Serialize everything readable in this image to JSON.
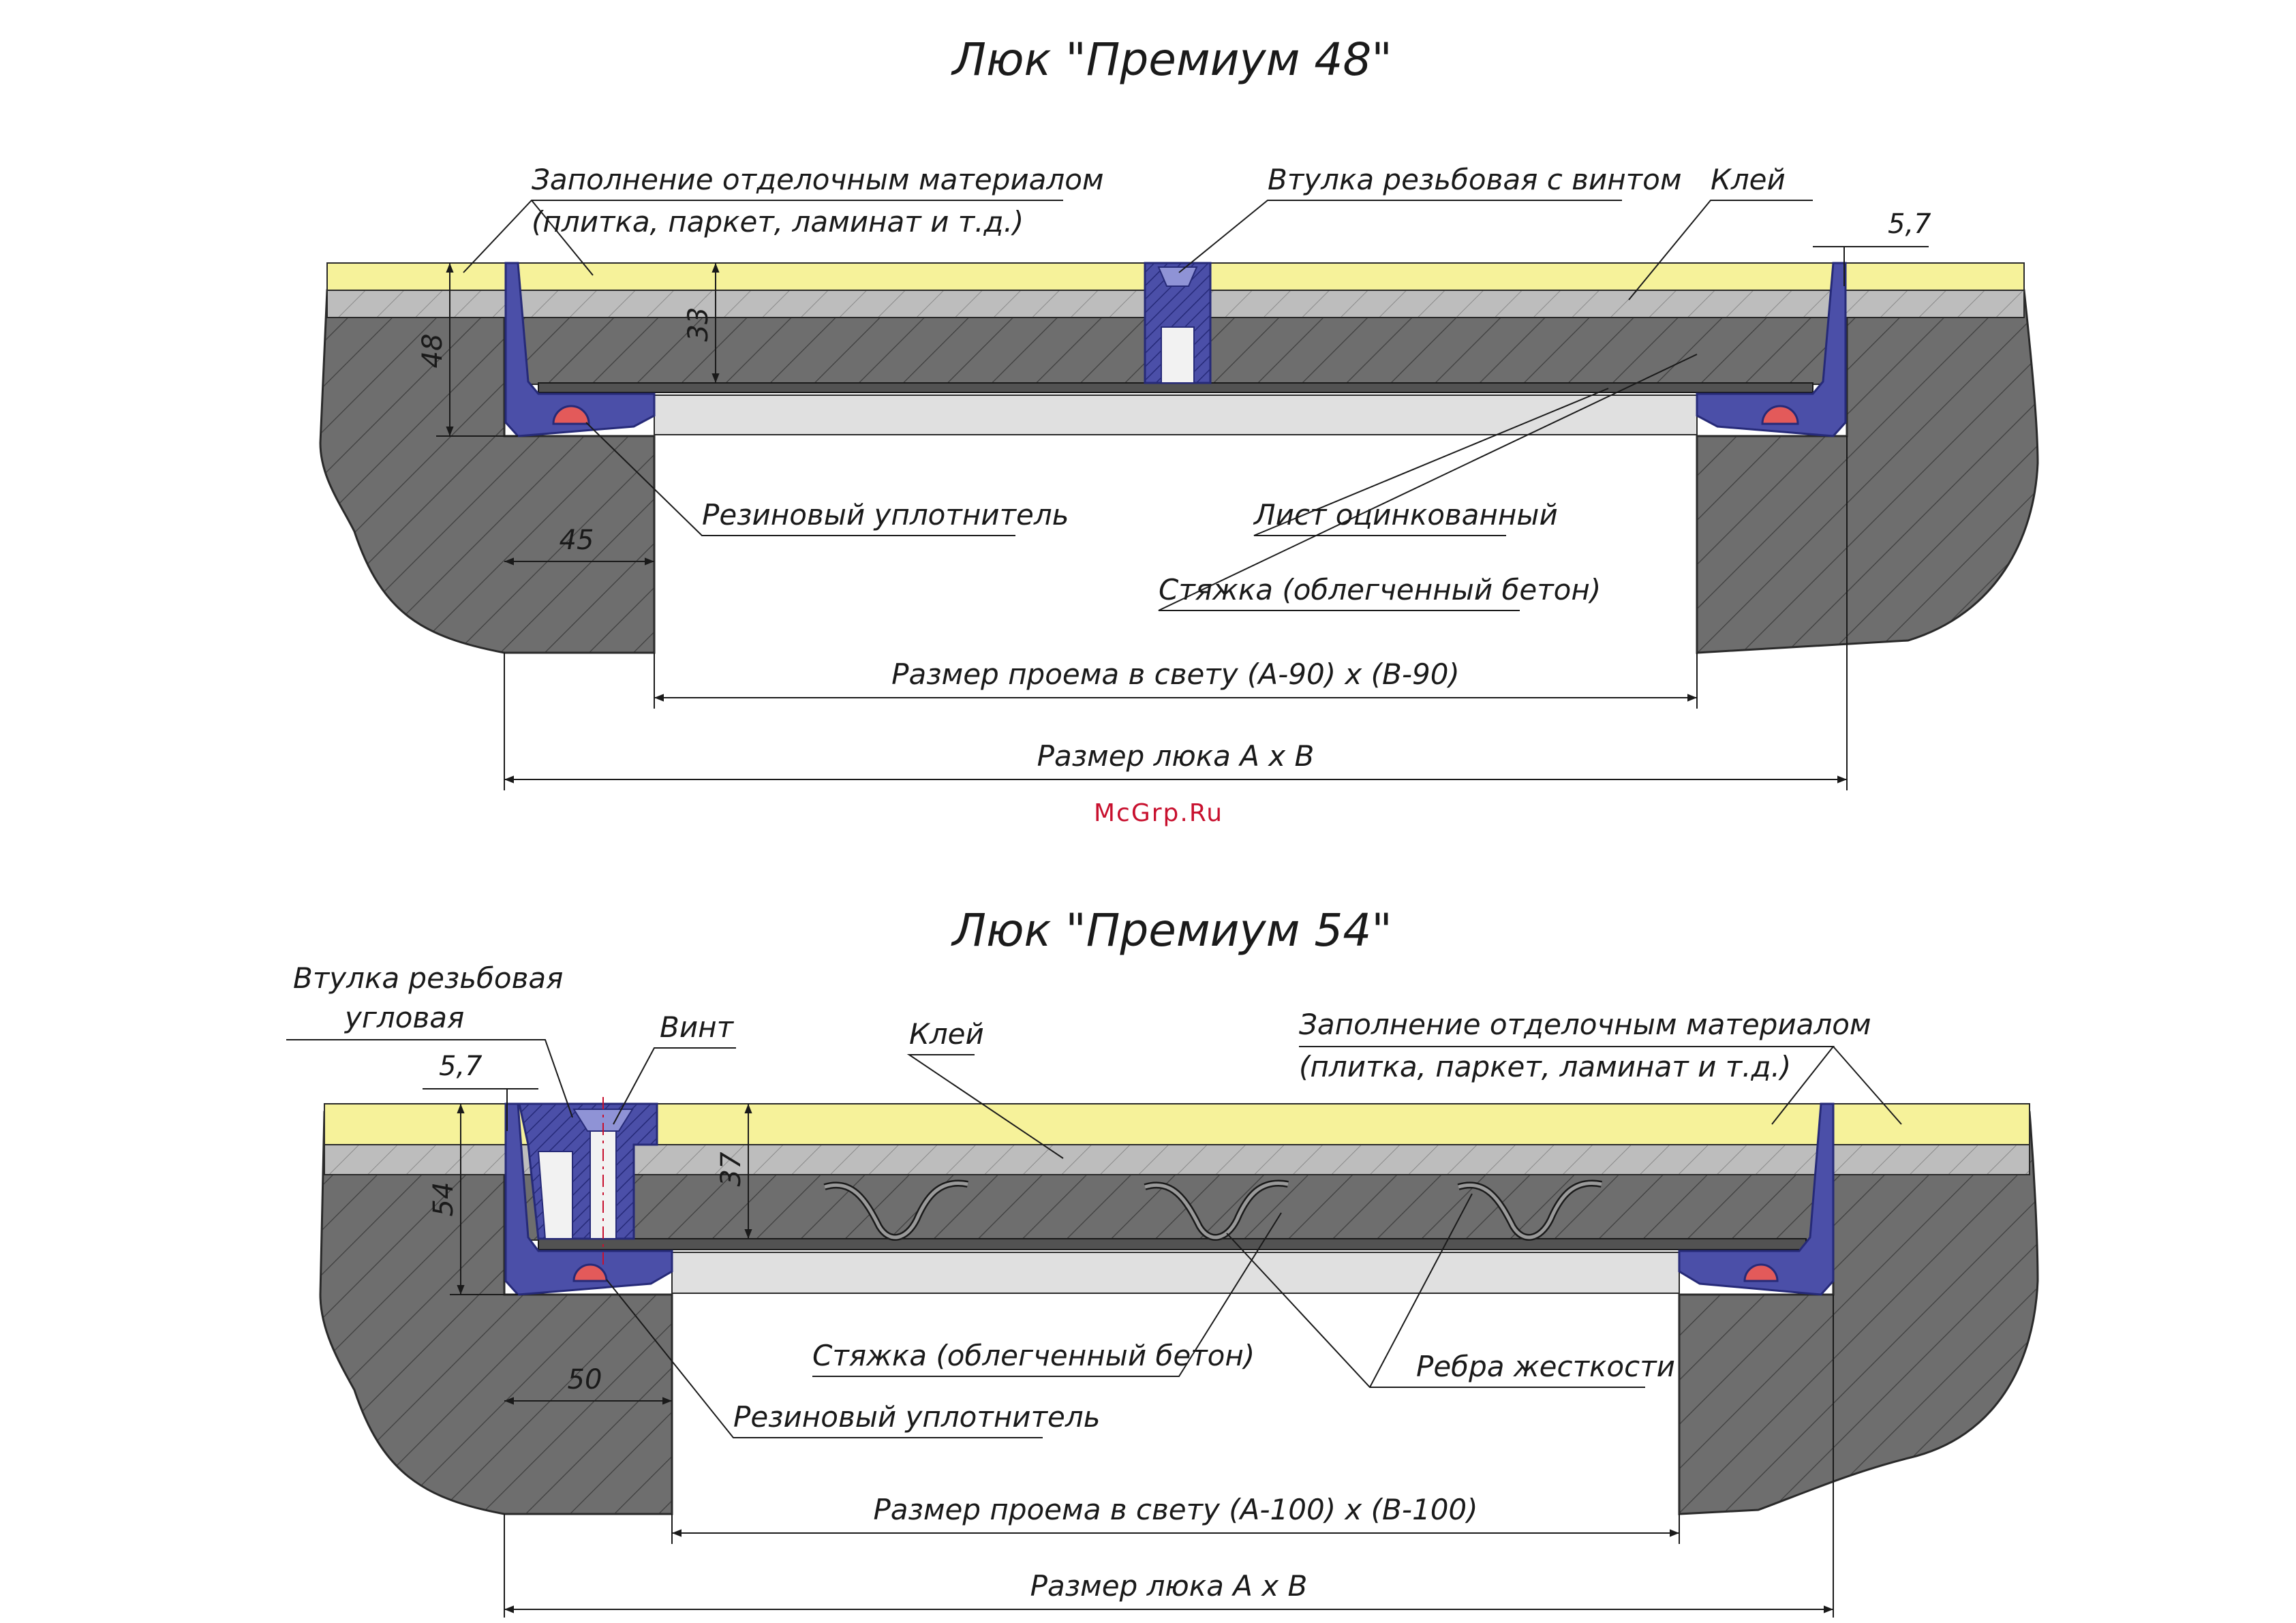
{
  "colors": {
    "finish": "#f6f29a",
    "glue": "#bdbdbd",
    "concrete": "#6e6e6e",
    "frame": "#4b4fa8",
    "frame_dark": "#262a78",
    "seal": "#e35a5a",
    "sheet": "#525252",
    "opening": "#e0e0e0",
    "watermark": "#c8102e"
  },
  "watermark": "McGrp.Ru",
  "p48": {
    "title": "Люк \"Премиум 48\"",
    "labels": {
      "fill_1": "Заполнение отделочным материалом",
      "fill_2": "(плитка, паркет, ламинат и т.д.)",
      "bushing": "Втулка резьбовая с винтом",
      "glue": "Клей",
      "seal": "Резиновый уплотнитель",
      "sheet": "Лист оцинкованный",
      "screed": "Стяжка (облегченный бетон)",
      "opening": "Размер проема в свету (А-90) х (В-90)",
      "hatch": "Размер люка А х В"
    },
    "dims": {
      "height": "48",
      "depth": "33",
      "edge": "5,7",
      "flange": "45"
    }
  },
  "p54": {
    "title": "Люк \"Премиум 54\"",
    "labels": {
      "bushing_1": "Втулка резьбовая",
      "bushing_2": "угловая",
      "screw": "Винт",
      "glue": "Клей",
      "fill_1": "Заполнение отделочным материалом",
      "fill_2": "(плитка, паркет, ламинат и т.д.)",
      "screed": "Стяжка (облегченный бетон)",
      "ribs": "Ребра жесткости",
      "seal": "Резиновый уплотнитель",
      "opening": "Размер проема в свету (А-100) х (В-100)",
      "hatch": "Размер люка А х В"
    },
    "dims": {
      "edge": "5,7",
      "height": "54",
      "depth": "37",
      "flange": "50"
    }
  }
}
